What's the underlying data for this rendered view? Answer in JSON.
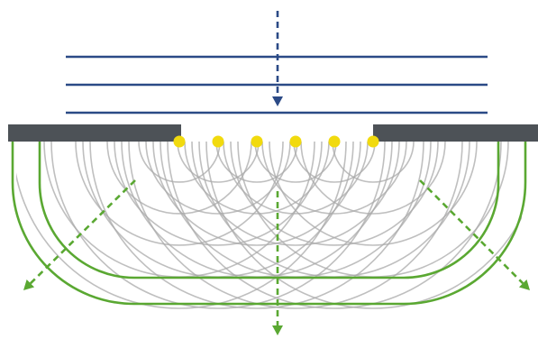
{
  "diagram": {
    "subject": "huygens-principle-single-slit-diffraction",
    "elements": {
      "incident_wavefronts": 3,
      "slit_point_sources": 6,
      "outgoing_envelope_fronts": 2,
      "secondary_wavelets_per_source": 5,
      "propagation_arrows": [
        "incident-down",
        "outgoing-left",
        "outgoing-down",
        "outgoing-right"
      ]
    },
    "colors": {
      "incident_wave": "#2b4a86",
      "barrier": "#4d5257",
      "point_source": "#f1da0e",
      "wavelet": "#a9a9a9",
      "envelope": "#5aa832",
      "background": "#ffffff"
    }
  }
}
